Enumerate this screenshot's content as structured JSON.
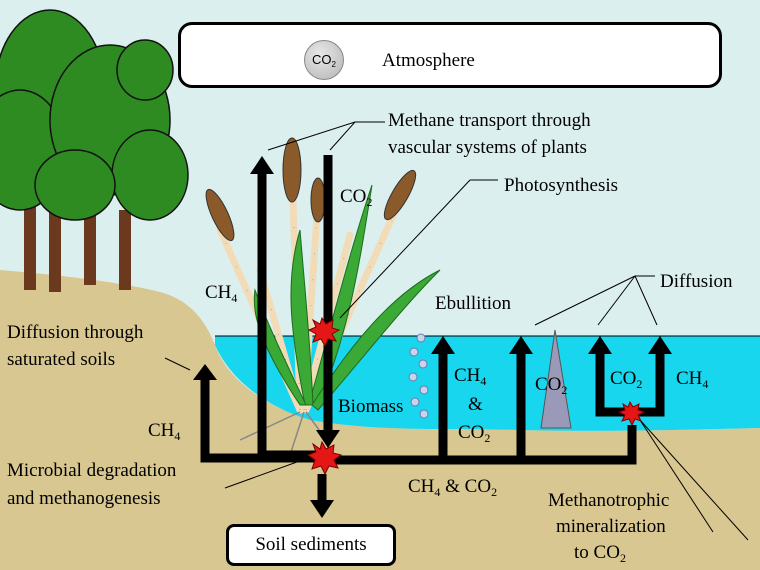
{
  "atmosphere": {
    "label": "Atmosphere",
    "bubble_text": "CO",
    "bubble_sub": "2"
  },
  "labels": {
    "methane_transport": [
      "Methane transport through",
      "vascular systems of plants"
    ],
    "photosynthesis": "Photosynthesis",
    "diffusion_top": "Diffusion",
    "ebullition": "Ebullition",
    "diffusion_soils": [
      "Diffusion through",
      "saturated soils"
    ],
    "biomass": "Biomass",
    "microbial": [
      "Microbial degradation",
      "and methanogenesis"
    ],
    "methanotrophic": [
      "Methanotrophic",
      "mineralization",
      "to CO"
    ],
    "soil_sediments": "Soil sediments"
  },
  "gas": {
    "ch4": "CH",
    "co2": "CO",
    "sub4": "4",
    "sub2": "2",
    "amp": "&",
    "ch4_co2": [
      "CH",
      " & CO"
    ]
  },
  "colors": {
    "sky": "#dcefef",
    "water": "#18d6ee",
    "soil": "#d8c791",
    "arrow": "#000000",
    "tree_green": "#2e8b22",
    "tree_trunk": "#6b3a1e",
    "cattail": "#8b5a2b",
    "reed": "#f2dcb8",
    "leaf": "#3aa935",
    "bubble": "#c8d4ec",
    "burst": "#e51616"
  }
}
